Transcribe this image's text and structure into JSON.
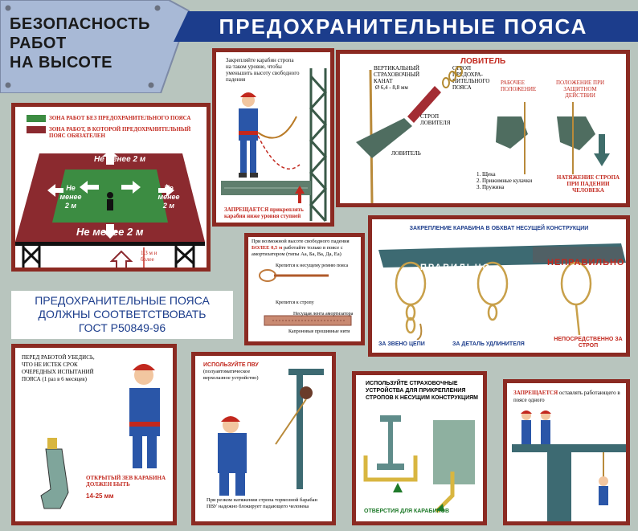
{
  "header": {
    "corner_title_lines": [
      "БЕЗОПАСНОСТЬ",
      "РАБОТ",
      "НА ВЫСОТЕ"
    ],
    "main_title": "ПРЕДОХРАНИТЕЛЬНЫЕ ПОЯСА"
  },
  "zones": {
    "legend_safe": "ЗОНА РАБОТ БЕЗ ПРЕДОХРАНИТЕЛЬНОГО ПОЯСА",
    "legend_required_line1": "ЗОНА РАБОТ, В КОТОРОЙ ПРЕДОХРАНИТЕЛЬНЫЙ",
    "legend_required_line2": "ПОЯС ОБЯЗАТЕЛЕН",
    "label_top": "Не менее 2 м",
    "label_left": "Не менее 2 м",
    "label_right": "Не менее 2 м",
    "label_bottom": "Не менее 2 м",
    "height_note": "1,3 м и более",
    "colors": {
      "safe": "#3c8c42",
      "required": "#8b2a2f"
    }
  },
  "fasten": {
    "top_text": "Закрепляйте карабин стропа на таком уровне, чтобы уменьшить высоту свободного падения",
    "bottom_text": "ЗАПРЕЩАЕТСЯ прикреплять карабин ниже уровня ступней"
  },
  "catcher": {
    "title": "ЛОВИТЕЛЬ",
    "rope_label": "ВЕРТИКАЛЬНЫЙ СТРАХОВОЧНЫЙ КАНАТ",
    "rope_diameter": "Ø 6,4 - 8,8 мм",
    "sling_label": "СТРОП ПРЕДОХРА-НИТЕЛЬНОГО ПОЯСА",
    "catcher_sling": "СТРОП ЛОВИТЕЛЯ",
    "catcher_label": "ЛОВИТЕЛЬ",
    "work_pos": "РАБОЧЕЕ ПОЛОЖЕНИЕ",
    "protect_pos": "ПОЛОЖЕНИЕ ПРИ ЗАЩИТНОМ ДЕЙСТВИИ",
    "parts": [
      "1. Щека",
      "2. Прижимные кулачки",
      "3. Пружина"
    ],
    "tension": "НАТЯЖЕНИЕ СТРОПА ПРИ ПАДЕНИИ ЧЕЛОВЕКА"
  },
  "gost": {
    "lines": [
      "ПРЕДОХРАНИТЕЛЬНЫЕ ПОЯСА",
      "ДОЛЖНЫ СООТВЕТСТВОВАТЬ",
      "ГОСТ Р50849-96"
    ]
  },
  "absorber": {
    "text_prefix": "При возможной высоте свободного падения",
    "text_highlight": "БОЛЕЕ 0,5 м",
    "text_suffix": "работайте только в поясе с амортизатором (типы Аа, Ба, Ва, Да, Ea)",
    "label_belt": "Крепится к несущему ремню пояса",
    "label_sling": "Крепится к стропу",
    "label_tape": "Несущая лента амортизатора",
    "label_threads": "Капроновые прошивные нити"
  },
  "anchor": {
    "title": "ЗАКРЕПЛЕНИЕ КАРАБИНА В ОБХВАТ НЕСУЩЕЙ КОНСТРУКЦИИ",
    "correct": "ПРАВИЛЬНО",
    "wrong": "НЕПРАВИЛЬНО",
    "cap_chain": "ЗА ЗВЕНО ЦЕПИ",
    "cap_ext": "ЗА ДЕТАЛЬ УДЛИНИТЕЛЯ",
    "cap_direct": "НЕПОСРЕДСТВЕННО ЗА СТРОП"
  },
  "check": {
    "text": "ПЕРЕД РАБОТОЙ УБЕДИСЬ, ЧТО НЕ ИСТЕК СРОК ОЧЕРЕДНЫХ ИСПЫТАНИЙ ПОЯСА (1 раз в 6 месяцев)",
    "gate_text": "ОТКРЫТЫЙ ЗЕВ КАРАБИНА ДОЛЖЕН БЫТЬ",
    "gate_value": "14-25 мм"
  },
  "pvu": {
    "title": "ИСПОЛЬЗУЙТЕ ПВУ",
    "subtitle": "(полуавтоматическое верхолазное устройство)",
    "bottom_text": "При резком натяжении стропа тормозной барабан ПВУ надежно блокирует падающего человека"
  },
  "devices": {
    "text": "ИСПОЛЬЗУЙТЕ СТРАХОВОЧНЫЕ УСТРОЙСТВА ДЛЯ ПРИКРЕПЛЕНИЯ СТРОПОВ К НЕСУЩИМ КОНСТРУКЦИЯМ",
    "holes": "ОТВЕРСТИЯ ДЛЯ КАРАБИНОВ"
  },
  "alone": {
    "title": "ЗАПРЕЩАЕТСЯ",
    "text": "оставлять работающего в поясе одного"
  }
}
